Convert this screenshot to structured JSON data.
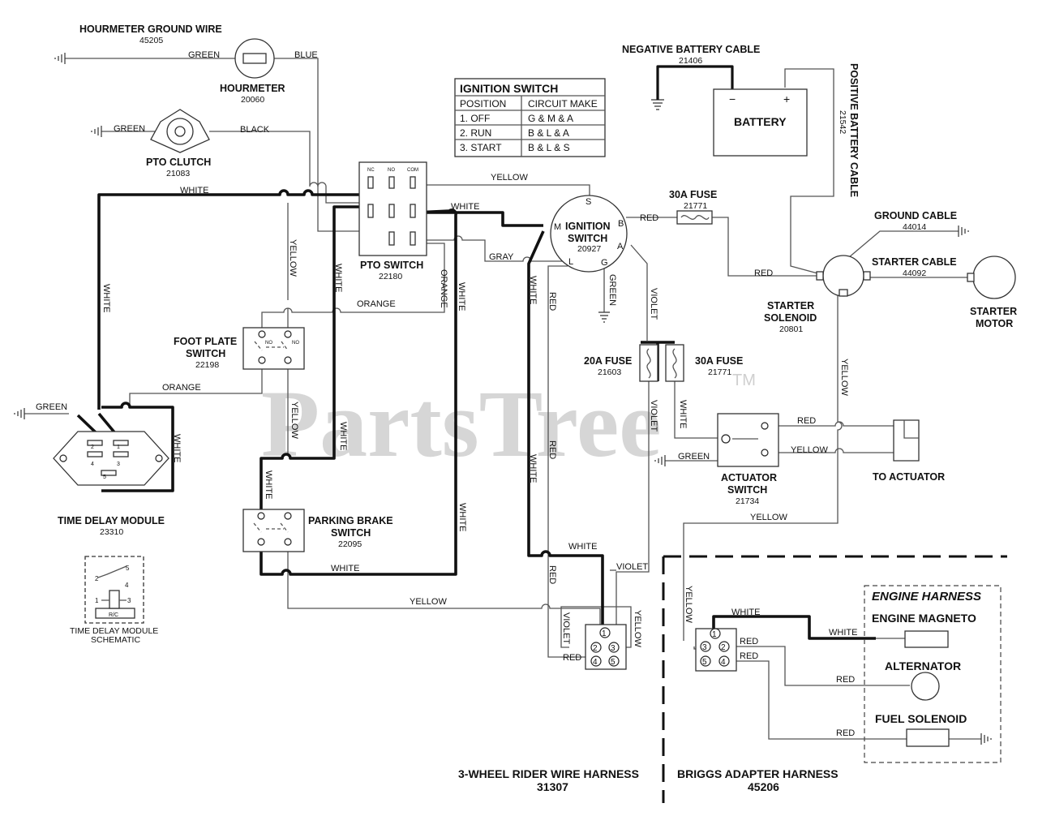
{
  "watermark": {
    "brand": "PartsTree",
    "tm": "TM"
  },
  "hourmeter_ground": {
    "title": "HOURMETER GROUND WIRE",
    "number": "45205"
  },
  "hourmeter": {
    "title": "HOURMETER",
    "number": "20060"
  },
  "pto_clutch": {
    "title": "PTO CLUTCH",
    "number": "21083"
  },
  "pto_switch": {
    "title": "PTO SWITCH",
    "number": "22180",
    "pins": [
      "NC",
      "NO",
      "COM"
    ]
  },
  "ignition_table": {
    "title": "IGNITION SWITCH",
    "headers": [
      "POSITION",
      "CIRCUIT MAKE"
    ],
    "rows": [
      [
        "1. OFF",
        "G & M & A"
      ],
      [
        "2. RUN",
        "B & L & A"
      ],
      [
        "3. START",
        "B & L & S"
      ]
    ]
  },
  "neg_battery": {
    "title": "NEGATIVE BATTERY CABLE",
    "number": "21406"
  },
  "battery": {
    "title": "BATTERY",
    "minus": "−",
    "plus": "+"
  },
  "pos_battery": {
    "title": "POSITIVE BATTERY CABLE",
    "number": "21542"
  },
  "ignition_switch": {
    "title1": "IGNITION",
    "title2": "SWITCH",
    "number": "20927",
    "terminals": {
      "s": "S",
      "b": "B",
      "m": "M",
      "a": "A",
      "l": "L",
      "g": "G"
    }
  },
  "fuse30_top": {
    "title": "30A FUSE",
    "number": "21771"
  },
  "ground_cable": {
    "title": "GROUND CABLE",
    "number": "44014"
  },
  "starter_cable": {
    "title": "STARTER CABLE",
    "number": "44092"
  },
  "starter_solenoid": {
    "title1": "STARTER",
    "title2": "SOLENOID",
    "number": "20801"
  },
  "starter_motor": {
    "title1": "STARTER",
    "title2": "MOTOR"
  },
  "foot_plate": {
    "title1": "FOOT PLATE",
    "title2": "SWITCH",
    "number": "22198",
    "no": "NO"
  },
  "fuse20": {
    "title": "20A FUSE",
    "number": "21603"
  },
  "fuse30_mid": {
    "title": "30A FUSE",
    "number": "21771"
  },
  "actuator_switch": {
    "title1": "ACTUATOR",
    "title2": "SWITCH",
    "number": "21734"
  },
  "to_actuator": "TO ACTUATOR",
  "time_delay": {
    "title": "TIME DELAY MODULE",
    "number": "23310",
    "pins": [
      "1",
      "2",
      "3",
      "4",
      "5"
    ]
  },
  "parking_brake": {
    "title1": "PARKING BRAKE",
    "title2": "SWITCH",
    "number": "22095"
  },
  "td_schematic": {
    "line1": "TIME DELAY MODULE",
    "line2": "SCHEMATIC",
    "rc": "R/C",
    "pins": [
      "1",
      "2",
      "3",
      "4",
      "5"
    ]
  },
  "harness_3wheel": {
    "title": "3-WHEEL RIDER WIRE HARNESS",
    "number": "31307"
  },
  "briggs_adapter": {
    "title": "BRIGGS ADAPTER HARNESS",
    "number": "45206"
  },
  "engine_harness": {
    "title": "ENGINE HARNESS",
    "magneto": "ENGINE MAGNETO",
    "alternator": "ALTERNATOR",
    "fuel_solenoid": "FUEL SOLENOID"
  },
  "connector_pins": [
    "1",
    "2",
    "3",
    "4",
    "5"
  ],
  "wire_colors": {
    "green": "GREEN",
    "blue": "BLUE",
    "black": "BLACK",
    "yellow": "YELLOW",
    "white": "WHITE",
    "orange": "ORANGE",
    "gray": "GRAY",
    "red": "RED",
    "violet": "VIOLET"
  }
}
